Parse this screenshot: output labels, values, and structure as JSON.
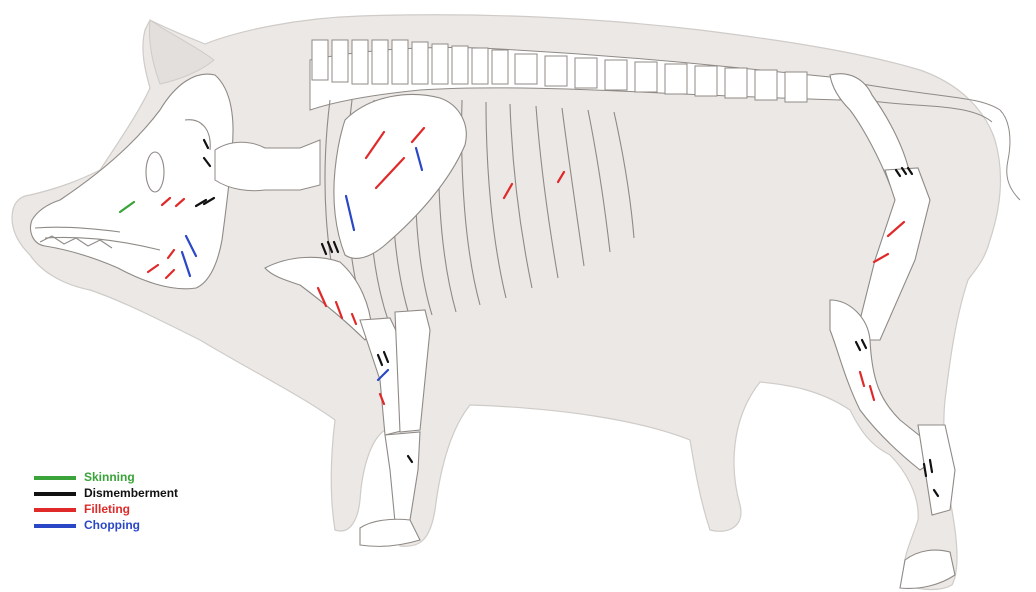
{
  "legend": {
    "items": [
      {
        "label": "Skinning",
        "color": "#3aa43a"
      },
      {
        "label": "Dismemberment",
        "color": "#111111"
      },
      {
        "label": "Filleting",
        "color": "#e02a2a"
      },
      {
        "label": "Chopping",
        "color": "#2a47c6"
      }
    ]
  },
  "colors": {
    "silhouette": "#ebe8e6",
    "silhouette_edge": "#c9c5c2",
    "bone_fill": "#ffffff",
    "bone_stroke": "#8f8a86"
  }
}
